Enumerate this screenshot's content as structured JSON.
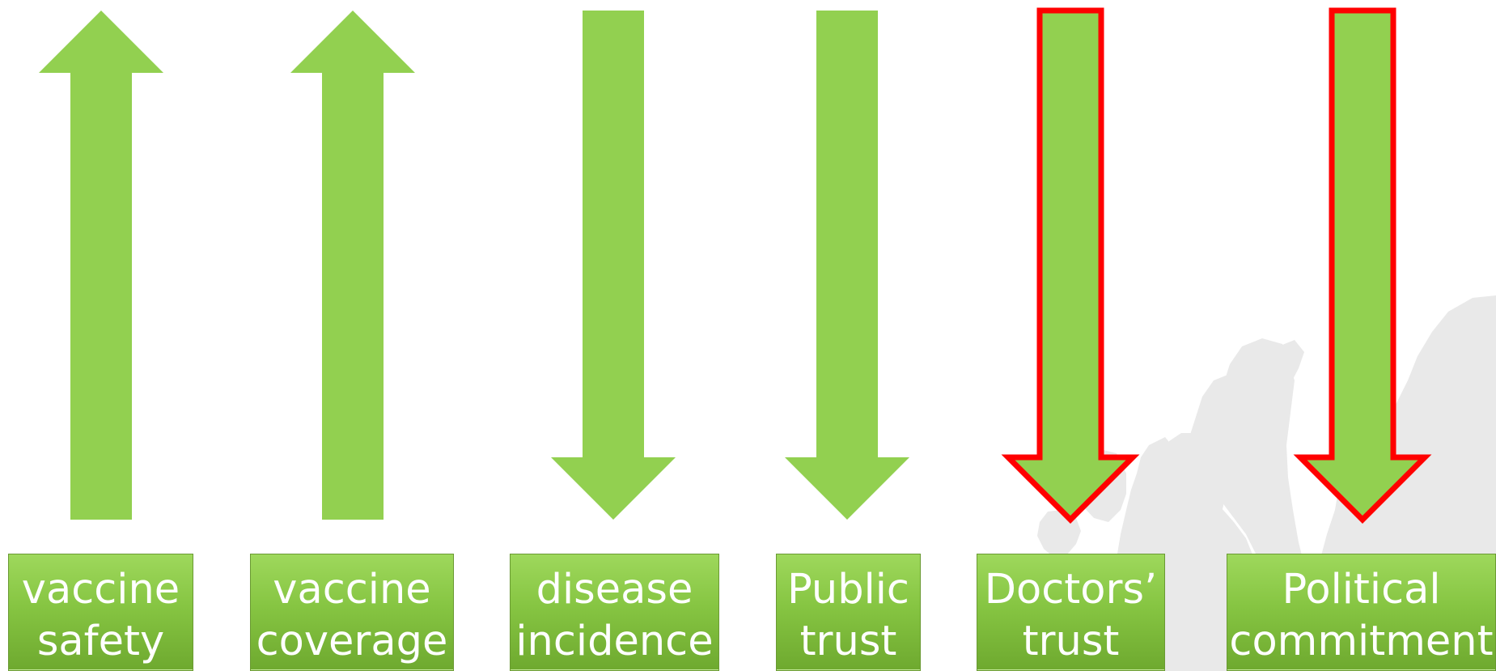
{
  "indicators": [
    {
      "id": "vaccine-safety",
      "direction": "up",
      "highlight": false,
      "line1": "vaccine",
      "line2": "safety"
    },
    {
      "id": "vaccine-coverage",
      "direction": "up",
      "highlight": false,
      "line1": "vaccine",
      "line2": "coverage"
    },
    {
      "id": "disease-incidence",
      "direction": "down",
      "highlight": false,
      "line1": "disease",
      "line2": "incidence"
    },
    {
      "id": "public-trust",
      "direction": "down",
      "highlight": false,
      "line1": "Public",
      "line2": "trust"
    },
    {
      "id": "doctors-trust",
      "direction": "down",
      "highlight": true,
      "line1": "Doctors’",
      "line2": "trust"
    },
    {
      "id": "political-commitment",
      "direction": "down",
      "highlight": true,
      "line1": "Political",
      "line2": "commitment"
    }
  ],
  "colors": {
    "arrow_fill": "#92d050",
    "highlight_outline": "#ff0000",
    "label_text": "#ffffff",
    "map_background": "#e6e6e6"
  }
}
